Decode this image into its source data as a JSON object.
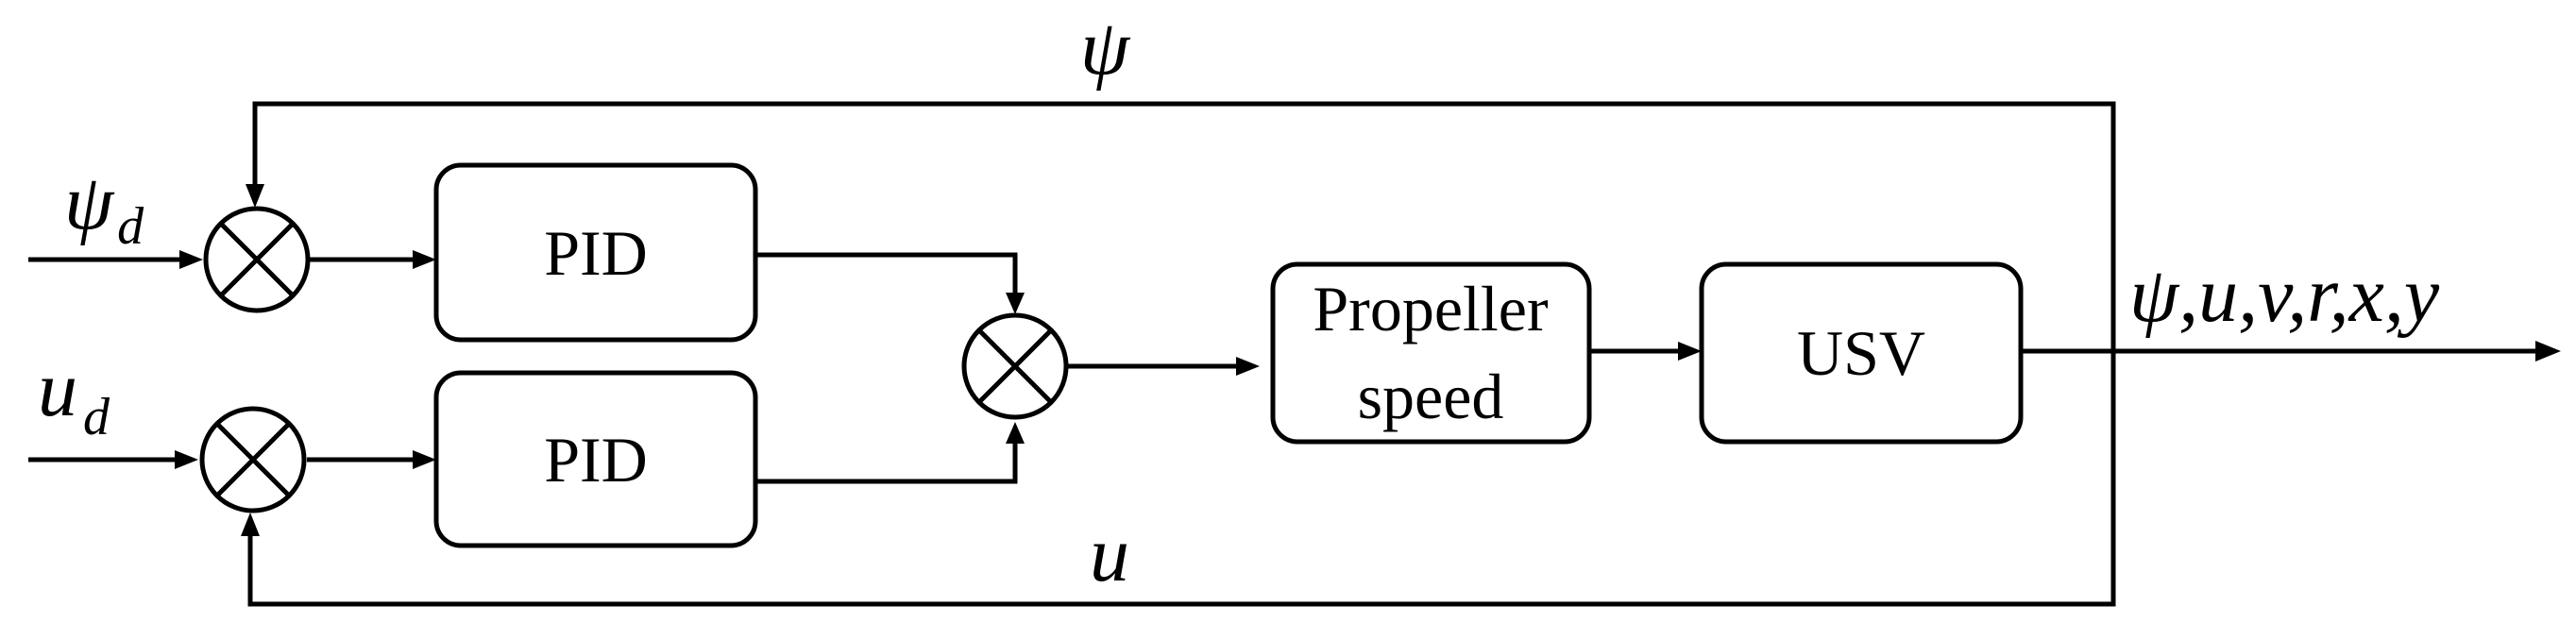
{
  "blocks": {
    "pid_top": "PID",
    "pid_bottom": "PID",
    "propeller_line1": "Propeller",
    "propeller_line2": "speed",
    "usv": "USV"
  },
  "signals": {
    "psi_d_main": "ψ",
    "psi_d_sub": "d",
    "u_d_main": "u",
    "u_d_sub": "d",
    "psi_feedback": "ψ",
    "u_feedback": "u",
    "outputs": "ψ,u,v,r,x,y"
  }
}
